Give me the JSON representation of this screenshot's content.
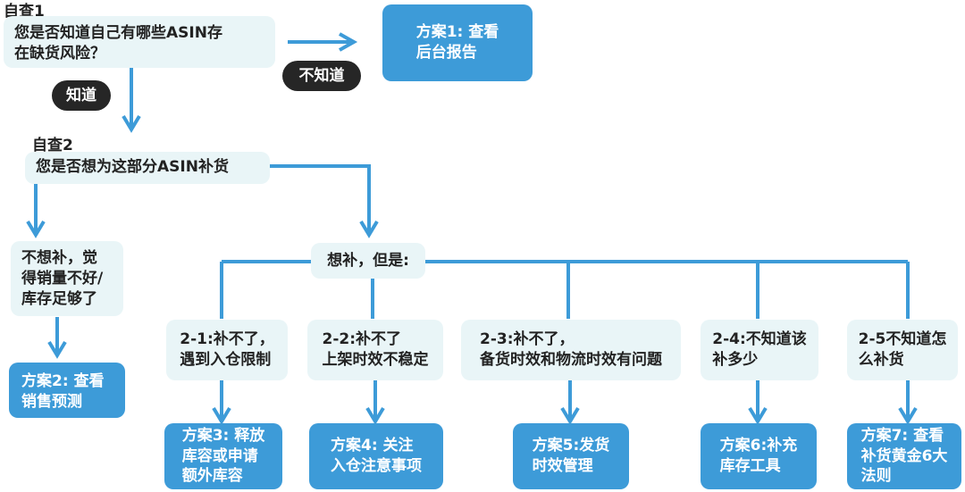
{
  "check1": {
    "label": "自查1",
    "question": "您是否知道自己有哪些ASIN存\n在缺货风险？",
    "no_label": "不知道",
    "yes_label": "知道"
  },
  "plan1": "方案1: 查看\n后台报告",
  "check2": {
    "label": "自查2",
    "question": "您是否想为这部分ASIN补货"
  },
  "no_restock": "不想补，觉\n得销量不好/\n库存足够了",
  "plan2": "方案2: 查看\n销售预测",
  "want_restock": "想补，但是:",
  "cases": [
    {
      "issue": "2-1:补不了，\n遇到入仓限制",
      "plan": "方案3: 释放\n库容或申请\n额外库容"
    },
    {
      "issue": "2-2:补不了\n上架时效不稳定",
      "plan": "方案4: 关注\n入仓注意事项"
    },
    {
      "issue": "2-3:补不了，\n备货时效和物流时效有问题",
      "plan": "方案5:发货\n时效管理"
    },
    {
      "issue": "2-4:不知道该\n补多少",
      "plan": "方案6:补充\n库存工具"
    },
    {
      "issue": "2-5不知道怎\n么补货",
      "plan": "方案7: 查看\n补货黄金6大\n法则"
    }
  ],
  "colors": {
    "arrow": "#3d9bd8",
    "solution": "#3d9bd8",
    "question_bg": "#e9f5f7",
    "pill": "#262626"
  }
}
